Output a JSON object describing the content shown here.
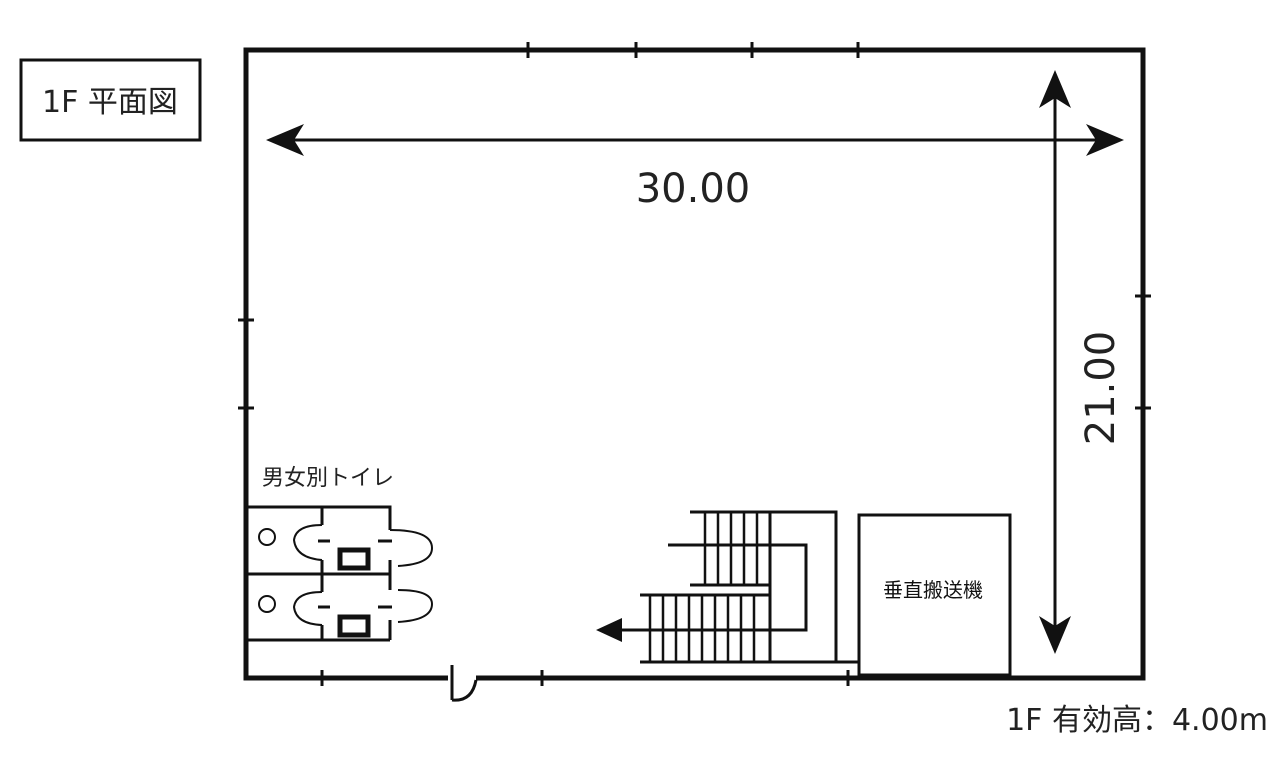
{
  "title": "1F 平面図",
  "width_dimension": "30.00",
  "depth_dimension": "21.00",
  "rooms": {
    "toilet": "男女別トイレ",
    "lift": "垂直搬送機"
  },
  "effective_height": "1F 有効高：4.00m",
  "colors": {
    "line": "#111111",
    "text": "#222222"
  }
}
